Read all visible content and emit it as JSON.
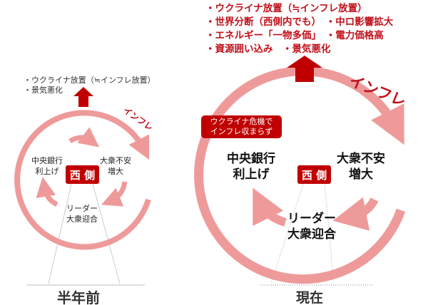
{
  "colors": {
    "accent": "#c00000",
    "ring": "#ef9a9a"
  },
  "left": {
    "bullets": [
      "・ウクライナ放置（≒インフレ放置）",
      "・景気悪化"
    ],
    "inflation_label": "インフレ",
    "center": "西 側",
    "node_cb": [
      "中央銀行",
      "利上げ"
    ],
    "node_anxiety": [
      "大衆不安",
      "増大"
    ],
    "node_leader": [
      "リーダー",
      "大衆迎合"
    ],
    "caption": "半年前"
  },
  "right": {
    "bullets": [
      "・ウクライナ放置（≒インフレ放置）",
      "・世界分断（西側内でも）　・中ロ影響拡大",
      "・エネルギー「一物多価」　・電力価格高",
      "・資源囲い込み　・景気悪化"
    ],
    "inflation_label": "インフレ",
    "callout": [
      "ウクライナ危機で",
      "インフレ収まらず"
    ],
    "center": "西 側",
    "node_cb": [
      "中央銀行",
      "利上げ"
    ],
    "node_anxiety": [
      "大衆不安",
      "増大"
    ],
    "node_leader": [
      "リーダー",
      "大衆迎合"
    ],
    "caption": "現在"
  }
}
